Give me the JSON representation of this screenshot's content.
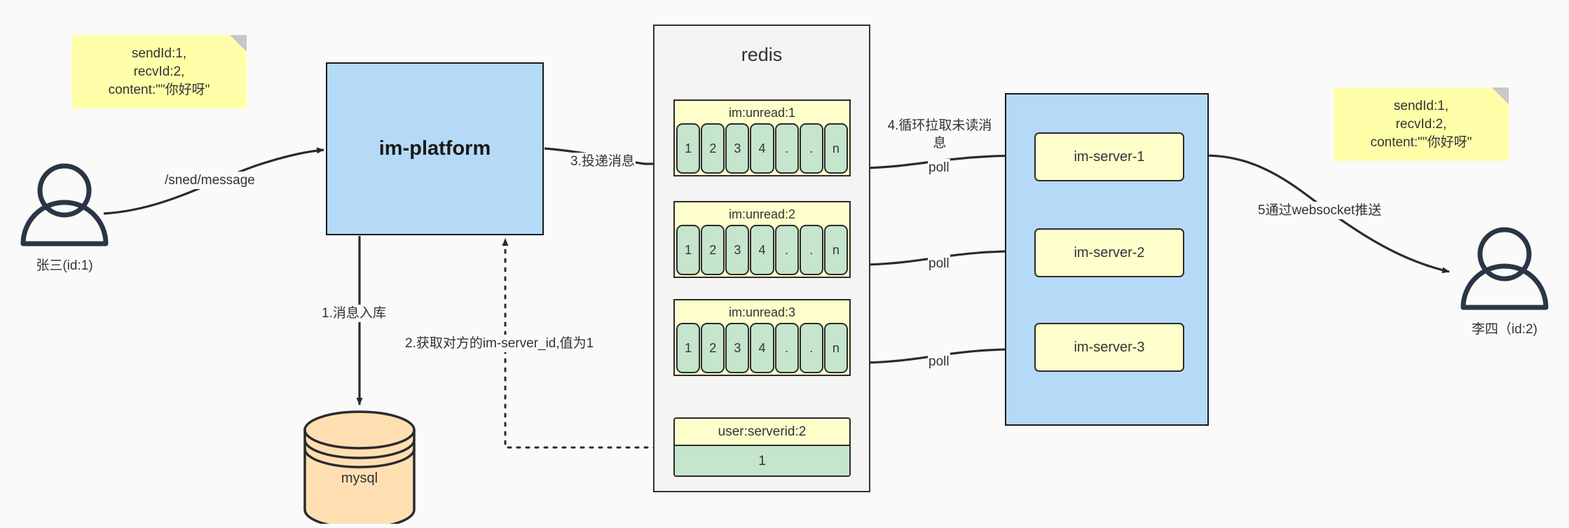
{
  "diagram": {
    "title": "IM message delivery architecture",
    "colors": {
      "background": "#fafafa",
      "sticky": "#ffffaa",
      "blue": "#b5daf7",
      "redis_panel": "#f4f4f4",
      "yellow_box": "#ffffcc",
      "green_cell": "#c5e5cd",
      "mysql": "#ffdfb2",
      "stroke": "#2b2b2b",
      "actor": "#2a3545"
    }
  },
  "notes": {
    "left": {
      "name": "message-payload-note-left",
      "lines": [
        "sendId:1,",
        "recvId:2,",
        "content:\"\"你好呀\""
      ]
    },
    "right": {
      "name": "message-payload-note-right",
      "lines": [
        "sendId:1,",
        "recvId:2,",
        "content:\"\"你好呀\""
      ]
    }
  },
  "actors": {
    "sender": {
      "caption": "张三(id:1)"
    },
    "receiver": {
      "caption": "李四（id:2)"
    }
  },
  "nodes": {
    "platform": {
      "label": "im-platform"
    },
    "mysql": {
      "label": "mysql"
    },
    "redis": {
      "label": "redis"
    },
    "server_cluster": {
      "servers": [
        {
          "label": "im-server-1"
        },
        {
          "label": "im-server-2"
        },
        {
          "label": "im-server-3"
        }
      ]
    }
  },
  "redis_keys": [
    {
      "key": "im:unread:1",
      "cells": [
        "1",
        "2",
        "3",
        "4",
        ".",
        ".",
        "n"
      ]
    },
    {
      "key": "im:unread:2",
      "cells": [
        "1",
        "2",
        "3",
        "4",
        ".",
        ".",
        "n"
      ]
    },
    {
      "key": "im:unread:3",
      "cells": [
        "1",
        "2",
        "3",
        "4",
        ".",
        ".",
        "n"
      ]
    }
  ],
  "redis_hash": {
    "key": "user:serverid:2",
    "value": "1"
  },
  "edges": [
    {
      "id": "send",
      "label": "/sned/message"
    },
    {
      "id": "store",
      "label": "1.消息入库"
    },
    {
      "id": "lookup",
      "label": "2.获取对方的im-server_id,值为1"
    },
    {
      "id": "deliver",
      "label": "3.投递消息"
    },
    {
      "id": "pull",
      "label_line1": "4.循环拉取未读消",
      "label_line2": "息"
    },
    {
      "id": "poll1",
      "label": "poll"
    },
    {
      "id": "poll2",
      "label": "poll"
    },
    {
      "id": "poll3",
      "label": "poll"
    },
    {
      "id": "push",
      "label": "5通过websocket推送"
    }
  ]
}
